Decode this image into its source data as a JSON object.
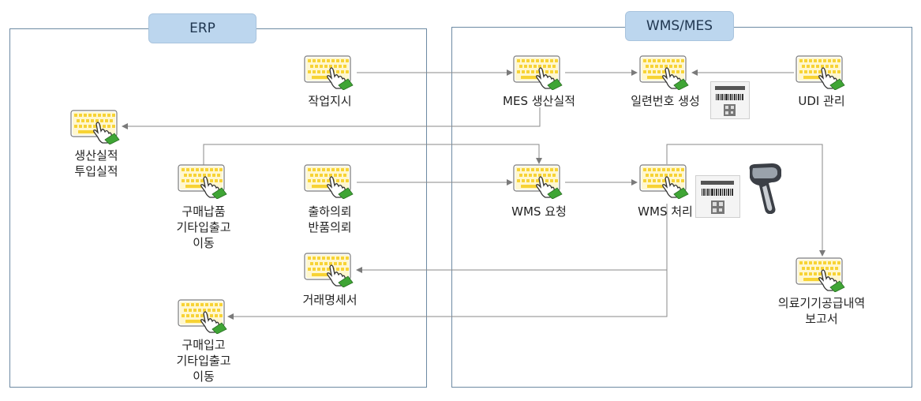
{
  "panels": {
    "erp": {
      "title": "ERP"
    },
    "wms": {
      "title": "WMS/MES"
    }
  },
  "icons": {
    "node": "keyboard-hand-icon",
    "label_card": "barcode-label-icon",
    "scanner": "barcode-scanner-icon"
  },
  "colors": {
    "key_yellow": "#f7d334",
    "hand_green": "#3fa535",
    "border": "#6d8aa3",
    "tab_fill": "#bcd6ee",
    "arrow": "#7a7a7a"
  },
  "nodes": {
    "work_order": {
      "lines": [
        "작업지시"
      ]
    },
    "prod_result": {
      "lines": [
        "생산실적",
        "투입실적"
      ]
    },
    "purchase_delivery": {
      "lines": [
        "구매납품",
        "기타입출고",
        "이동"
      ]
    },
    "shipment_request": {
      "lines": [
        "출하의뢰",
        "반품의뢰"
      ]
    },
    "statement": {
      "lines": [
        "거래명세서"
      ]
    },
    "purchase_receipt": {
      "lines": [
        "구매입고",
        "기타입출고",
        "이동"
      ]
    },
    "mes_result": {
      "lines": [
        "MES 생산실적"
      ]
    },
    "serial_gen": {
      "lines": [
        "일련번호 생성"
      ]
    },
    "udi_mgmt": {
      "lines": [
        "UDI 관리"
      ]
    },
    "wms_request": {
      "lines": [
        "WMS 요청"
      ]
    },
    "wms_process": {
      "lines": [
        "WMS 처리"
      ]
    },
    "supply_report": {
      "lines": [
        "의료기기공급내역",
        "보고서"
      ]
    }
  }
}
